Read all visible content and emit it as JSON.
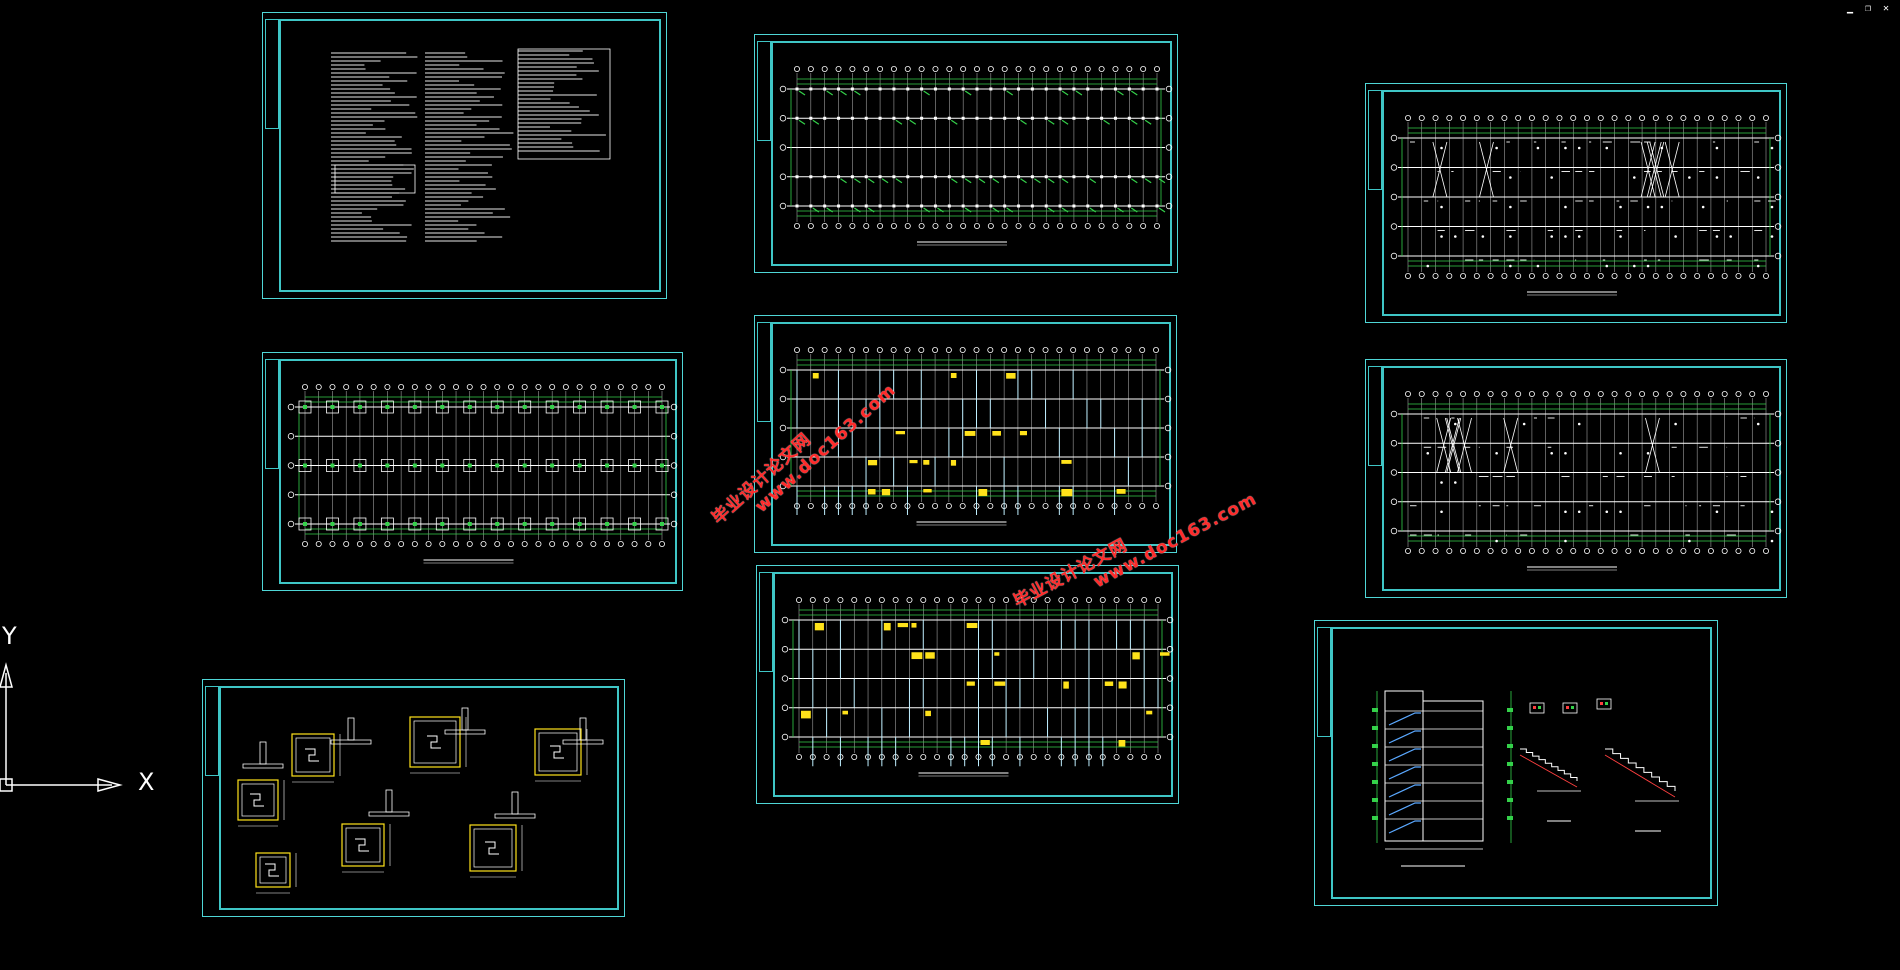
{
  "window": {
    "minimize_glyph": "▁",
    "restore_glyph": "❐",
    "close_glyph": "✕"
  },
  "ucs": {
    "x_label": "X",
    "y_label": "Y"
  },
  "watermarks": [
    {
      "line1": "毕业设计论文网",
      "line2": "www.doc163.com"
    },
    {
      "line1": "毕业设计论文网",
      "line2": "www.doc163.com"
    }
  ],
  "colors": {
    "frame": "#3fc6c6",
    "linework": "#ffffff",
    "grid": "#34d14a",
    "highlight": "#ffe21a",
    "watermark": "#ff2b2b"
  }
}
